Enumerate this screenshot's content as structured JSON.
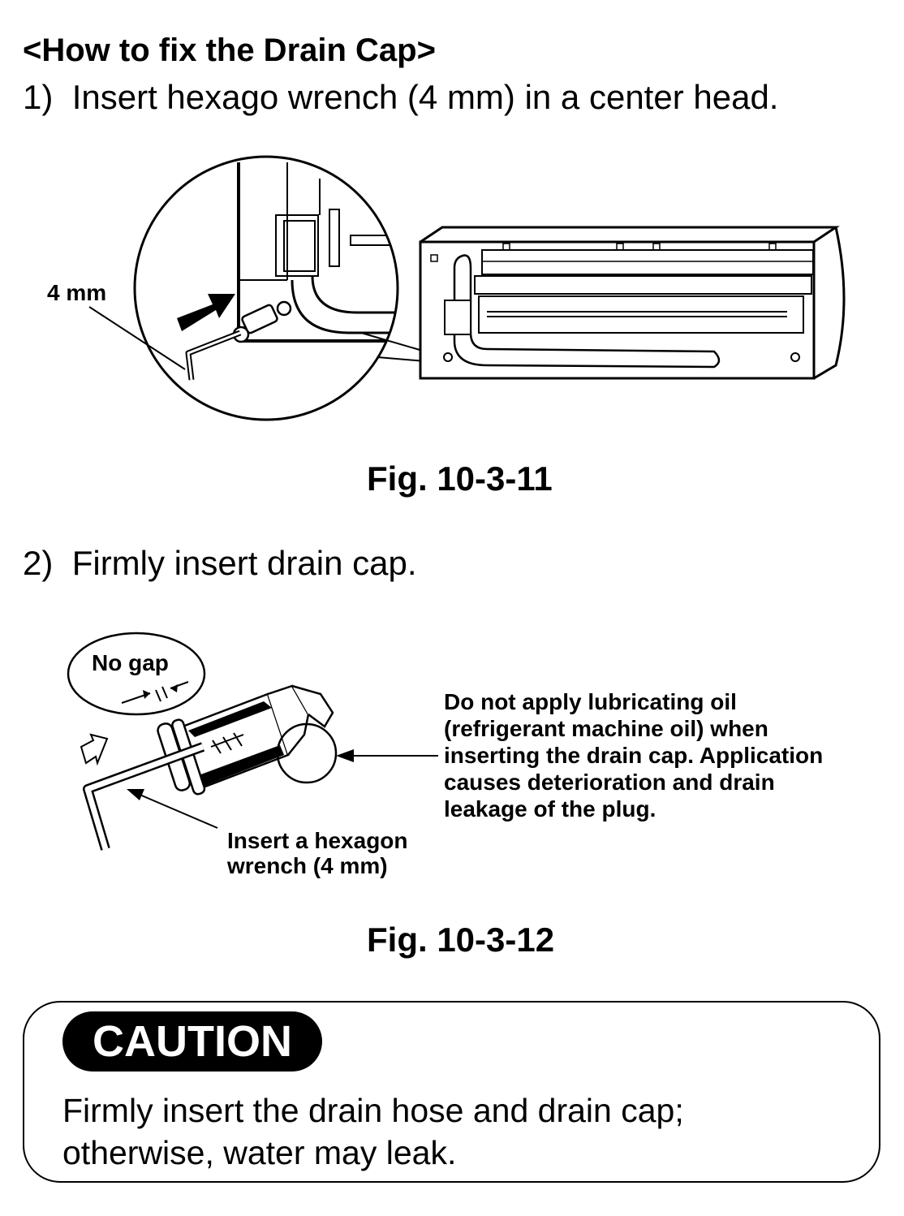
{
  "heading": "<How to fix the Drain Cap>",
  "steps": [
    {
      "number": "1)",
      "text": "Insert hexago wrench (4 mm) in a center head."
    },
    {
      "number": "2)",
      "text": "Firmly insert drain cap."
    }
  ],
  "figure1": {
    "label_4mm": "4 mm",
    "caption": "Fig. 10-3-11"
  },
  "figure2": {
    "label_no_gap": "No gap",
    "label_insert_line1": "Insert a hexagon",
    "label_insert_line2": "wrench (4 mm)",
    "note_lines": [
      "Do not apply lubricating oil",
      "(refrigerant machine oil) when",
      "inserting the drain cap. Application",
      "causes deterioration and drain",
      "leakage of the plug."
    ],
    "caption": "Fig. 10-3-12"
  },
  "caution": {
    "badge": "CAUTION",
    "line1": "Firmly insert the drain hose and drain cap;",
    "line2": "otherwise, water may leak."
  }
}
